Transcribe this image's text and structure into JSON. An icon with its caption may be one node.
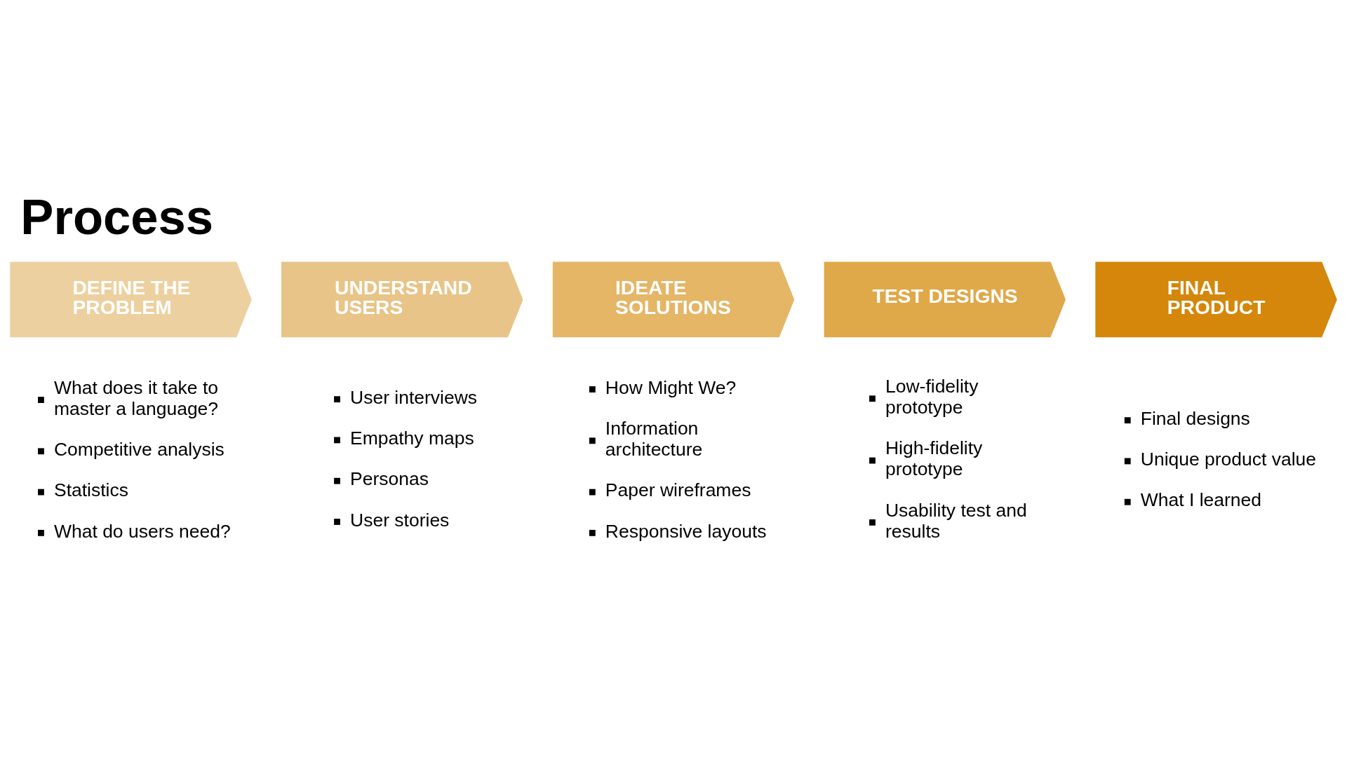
{
  "diagram": {
    "title": "Process",
    "nodes": [
      {
        "text": [
          "DEFINE THE PROBLEM"
        ],
        "beside": [
          "What does it take to master a language?",
          "Competitive analysis",
          "Statistics",
          "What do users need?"
        ]
      },
      {
        "text": [
          "UNDERSTAND USERS"
        ],
        "beside": [
          "User interviews",
          "Empathy maps",
          "Personas",
          "User stories"
        ]
      },
      {
        "text": [
          "IDEATE SOLUTIONS"
        ],
        "beside": [
          "How Might We?",
          "Information architecture",
          "Paper wireframes",
          "Responsive layouts"
        ]
      },
      {
        "text": [
          "TEST DESIGNS"
        ],
        "beside": [
          "Low-fidelity prototype",
          "High-fidelity prototype",
          "Usability test and results"
        ]
      },
      {
        "text": [
          "FINAL PRODUCT"
        ],
        "beside": [
          "Final designs",
          "Unique product value",
          "What I learned"
        ]
      }
    ],
    "edges": []
  }
}
